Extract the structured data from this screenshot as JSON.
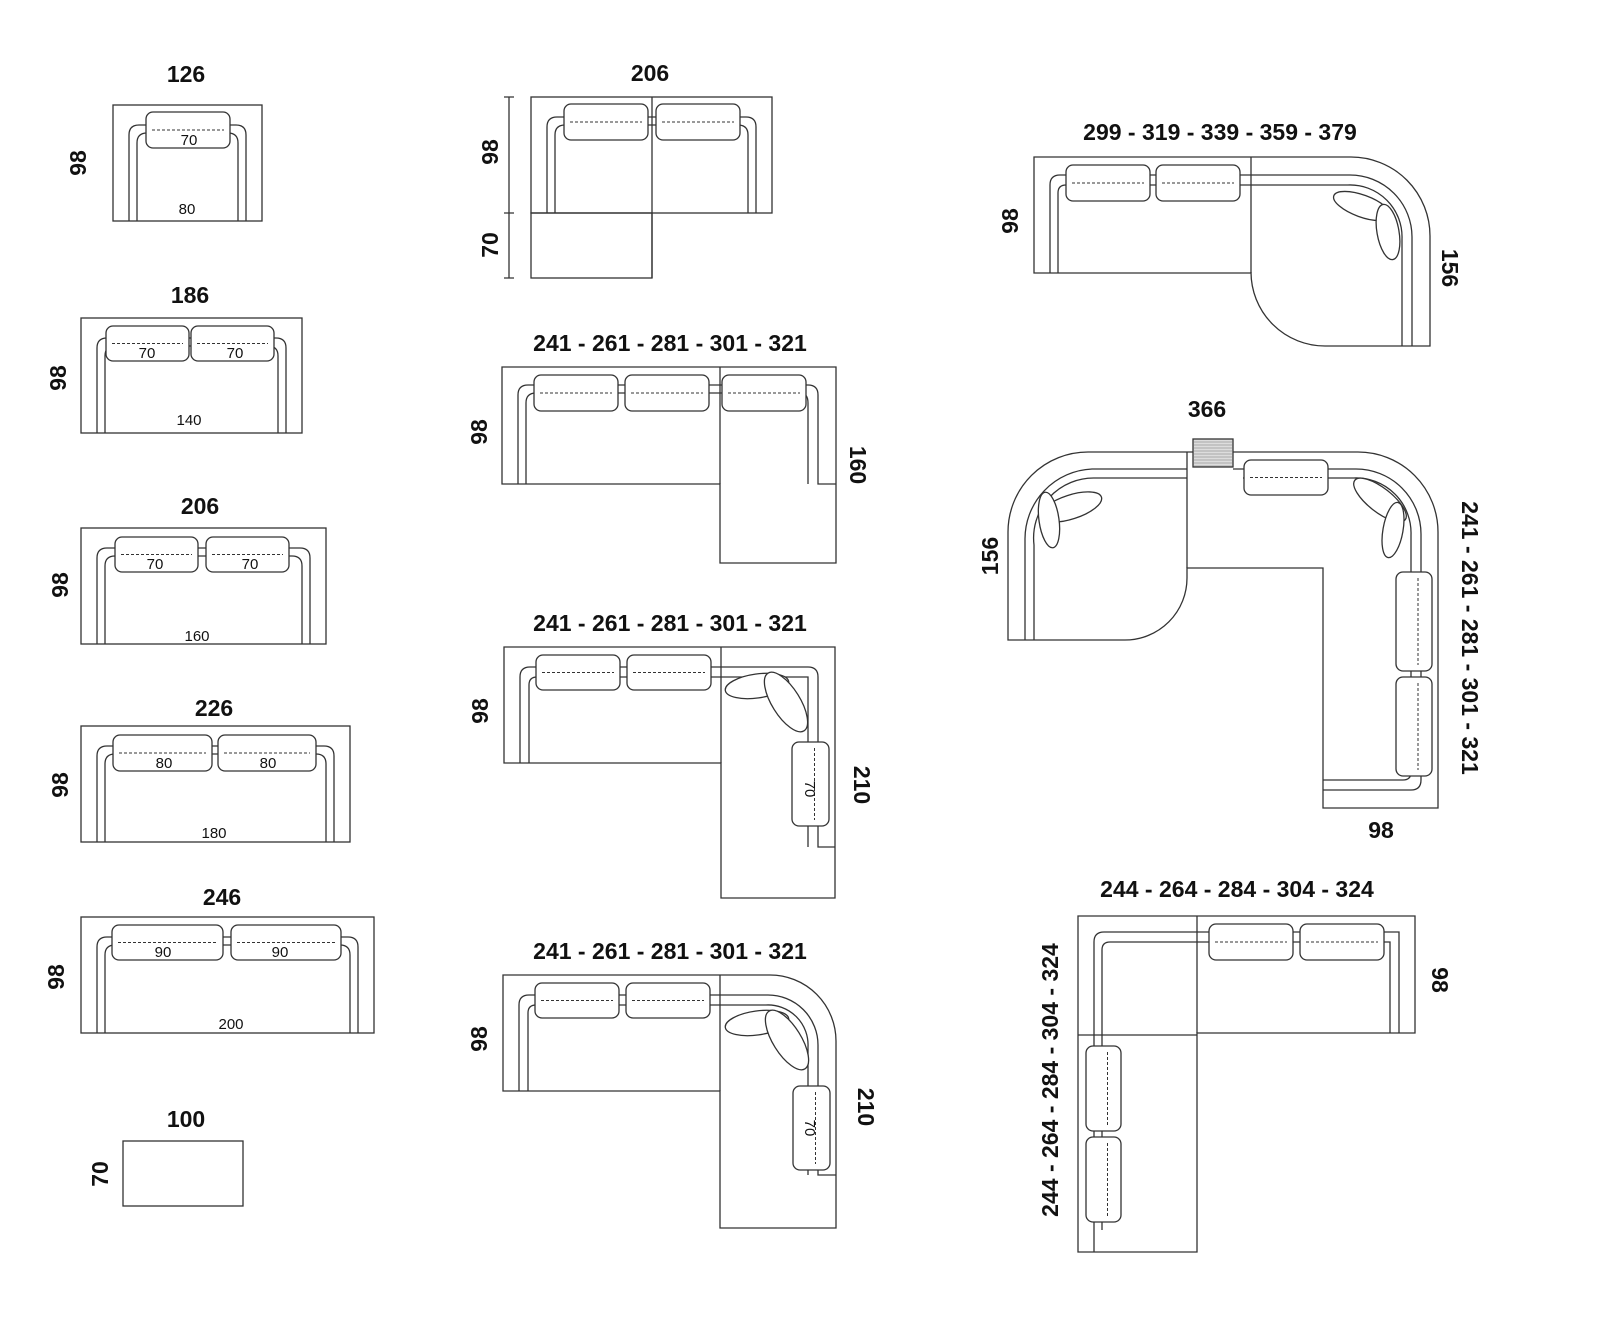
{
  "modules": {
    "sofa_126": {
      "width": "126",
      "depth": "98",
      "cushions": [
        "70"
      ],
      "seat": "80"
    },
    "sofa_186": {
      "width": "186",
      "depth": "98",
      "cushions": [
        "70",
        "70"
      ],
      "seat": "140"
    },
    "sofa_206": {
      "width": "206",
      "depth": "98",
      "cushions": [
        "70",
        "70"
      ],
      "seat": "160"
    },
    "sofa_226": {
      "width": "226",
      "depth": "98",
      "cushions": [
        "80",
        "80"
      ],
      "seat": "180"
    },
    "sofa_246": {
      "width": "246",
      "depth": "98",
      "cushions": [
        "90",
        "90"
      ],
      "seat": "200"
    },
    "ottoman": {
      "width": "100",
      "depth": "70"
    },
    "chaise_206": {
      "width": "206",
      "depth": "98",
      "chaise_depth": "70"
    },
    "chaise_long": {
      "width": "241 - 261 - 281 - 301 - 321",
      "depth": "98",
      "chaise_length": "160"
    },
    "corner_square": {
      "width": "241 - 261 - 281 - 301 - 321",
      "depth": "98",
      "side": "210",
      "cushion": "70"
    },
    "corner_round": {
      "width": "241 - 261 - 281 - 301 - 321",
      "depth": "98",
      "side": "210",
      "cushion": "70"
    },
    "round_chaise": {
      "width": "299 - 319 - 339 - 359 - 379",
      "depth": "98",
      "chaise_depth": "156"
    },
    "u_round": {
      "width": "366",
      "left_depth": "156",
      "right_length": "241 - 261 - 281 - 301 - 321",
      "right_depth": "98"
    },
    "corner_square_large": {
      "width": "244 - 264 - 284 - 304 - 324",
      "depth": "98",
      "left_length": "244 - 264 - 284 - 304 - 324"
    }
  }
}
